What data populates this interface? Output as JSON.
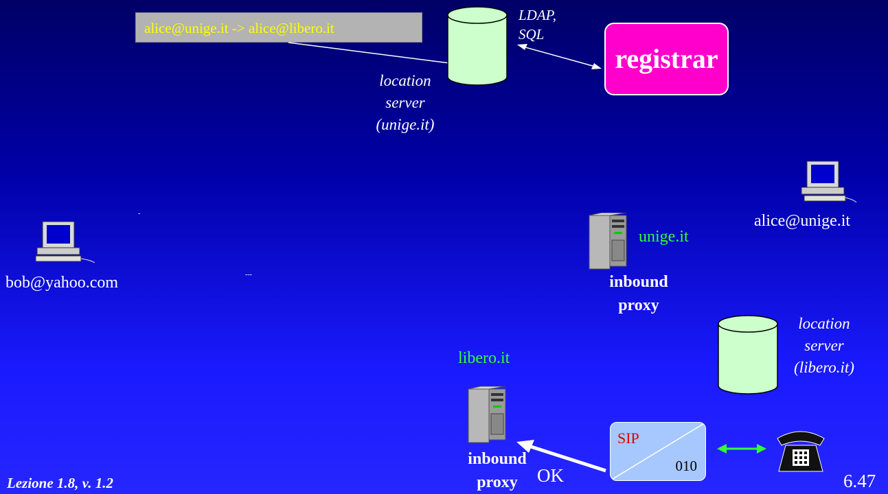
{
  "mapping": {
    "text": "alice@unige.it -> alice@libero.it"
  },
  "top_location_server": {
    "line1": "location",
    "line2": "server",
    "line3": "(unige.it)"
  },
  "protocol_label": {
    "line1": "LDAP,",
    "line2": "SQL"
  },
  "registrar": {
    "label": "registrar"
  },
  "alice": {
    "label": "alice@unige.it"
  },
  "bob": {
    "label": "bob@yahoo.com"
  },
  "unige_proxy": {
    "domain": "unige.it",
    "line1": "inbound",
    "line2": "proxy"
  },
  "libero_location_server": {
    "line1": "location",
    "line2": "server",
    "line3": "(libero.it)"
  },
  "libero_proxy": {
    "domain": "libero.it",
    "line1": "inbound",
    "line2": "proxy"
  },
  "sip_gateway": {
    "sip": "SIP",
    "number": "010"
  },
  "ok_label": "OK",
  "footer": {
    "left": "Lezione 1.8, v. 1.2",
    "right": "6.47"
  },
  "colors": {
    "mapping_text": "#ffff00",
    "registrar_fill": "#ff00cc",
    "database_fill": "#ccffcc",
    "domain_text": "#33ff33",
    "link_arrow": "#33ff33",
    "sip_box_fill": "#a6c8ff",
    "sip_text": "#e00000"
  },
  "icons": [
    "database-icon",
    "computer-icon",
    "server-tower-icon",
    "telephone-icon"
  ]
}
